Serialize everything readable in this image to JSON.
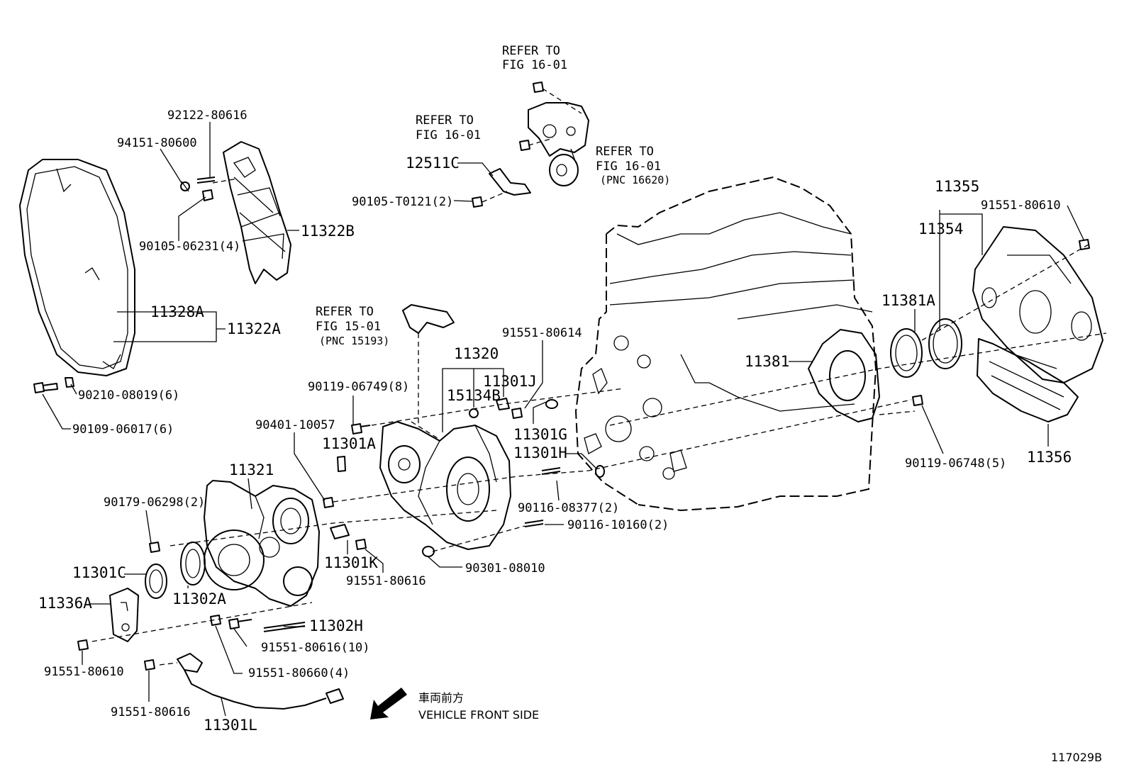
{
  "diagram_id": "117029B",
  "front_note": {
    "jp": "車両前方",
    "en": "VEHICLE FRONT SIDE"
  },
  "refer_notes": [
    {
      "line1": "REFER TO",
      "line2": "FIG 16-01",
      "line3": ""
    },
    {
      "line1": "REFER TO",
      "line2": "FIG 16-01",
      "line3": ""
    },
    {
      "line1": "REFER TO",
      "line2": "FIG 16-01",
      "line3": "(PNC 16620)"
    },
    {
      "line1": "REFER TO",
      "line2": "FIG 15-01",
      "line3": "(PNC 15193)"
    }
  ],
  "part_labels": {
    "p92122": "92122-80616",
    "p94151": "94151-80600",
    "p90105a": "90105-06231(4)",
    "p11322B": "11322B",
    "p11328A": "11328A",
    "p11322A": "11322A",
    "p90210": "90210-08019(6)",
    "p90109": "90109-06017(6)",
    "p12511C": "12511C",
    "p90105b": "90105-T0121(2)",
    "p91551_80614": "91551-80614",
    "p11320": "11320",
    "p15134B": "15134B",
    "p11301J": "11301J",
    "p90119a": "90119-06749(8)",
    "p90401": "90401-10057",
    "p11301A": "11301A",
    "p11301G": "11301G",
    "p11301H": "11301H",
    "p11321": "11321",
    "p90179": "90179-06298(2)",
    "p90116a": "90116-08377(2)",
    "p90116b": "90116-10160(2)",
    "p11301C": "11301C",
    "p11336A": "11336A",
    "p11302A": "11302A",
    "p11301K": "11301K",
    "p91551_80616a": "91551-80616",
    "p90301": "90301-08010",
    "p11302H": "11302H",
    "p91551_80616b": "91551-80616(10)",
    "p91551_80660": "91551-80660(4)",
    "p91551_80610a": "91551-80610",
    "p91551_80616c": "91551-80616",
    "p11301L": "11301L",
    "p11355": "11355",
    "p91551_80610b": "91551-80610",
    "p11354": "11354",
    "p11381A": "11381A",
    "p11381": "11381",
    "p90119b": "90119-06748(5)",
    "p11356": "11356"
  }
}
